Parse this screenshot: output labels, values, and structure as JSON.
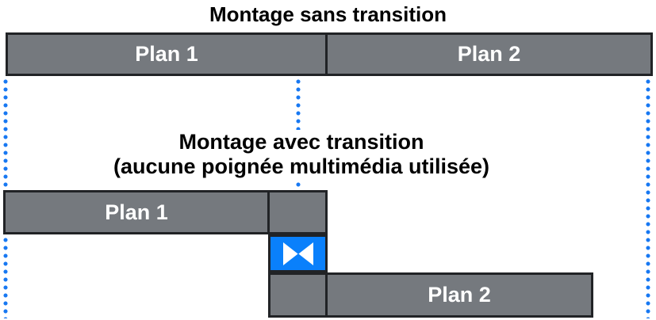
{
  "headings": {
    "top": "Montage sans transition",
    "bottom_line1": "Montage avec transition",
    "bottom_line2": "(aucune poignée multimédia utilisée)"
  },
  "top_timeline": {
    "clip1_label": "Plan 1",
    "clip2_label": "Plan 2"
  },
  "bottom_timeline": {
    "clip1_label": "Plan 1",
    "clip2_label": "Plan 2",
    "transition_icon": "transition-bowtie-icon"
  },
  "colors": {
    "clip_fill": "#75797e",
    "clip_border": "#212326",
    "transition_blue": "#0a80fb",
    "dotted_line_blue": "#1778f2",
    "clip_label_text": "#ffffff",
    "heading_text": "#000000"
  }
}
